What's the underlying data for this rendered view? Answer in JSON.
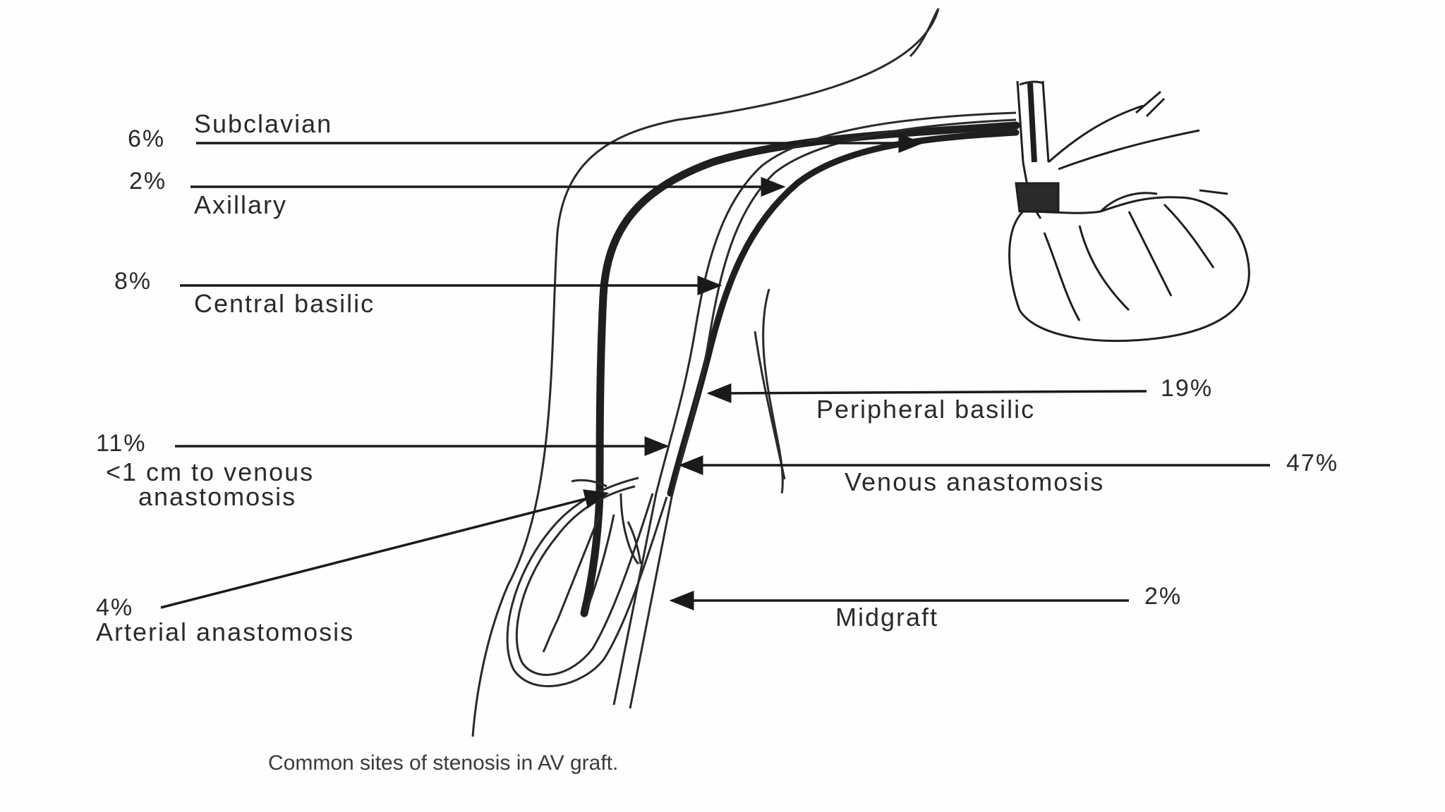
{
  "diagram": {
    "sites": [
      {
        "id": "subclavian",
        "percent": "6%",
        "label": "Subclavian"
      },
      {
        "id": "axillary",
        "percent": "2%",
        "label": "Axillary"
      },
      {
        "id": "central-basilic",
        "percent": "8%",
        "label": "Central basilic"
      },
      {
        "id": "peripheral-basilic",
        "percent": "19%",
        "label": "Peripheral basilic"
      },
      {
        "id": "near-venous",
        "percent": "11%",
        "label_line1": "<1 cm to venous",
        "label_line2": "anastomosis"
      },
      {
        "id": "venous-anastomosis",
        "percent": "47%",
        "label": "Venous anastomosis"
      },
      {
        "id": "arterial-anastomosis",
        "percent": "4%",
        "label": "Arterial anastomosis"
      },
      {
        "id": "midgraft",
        "percent": "2%",
        "label": "Midgraft"
      }
    ],
    "caption": "Common sites of stenosis in AV graft."
  }
}
